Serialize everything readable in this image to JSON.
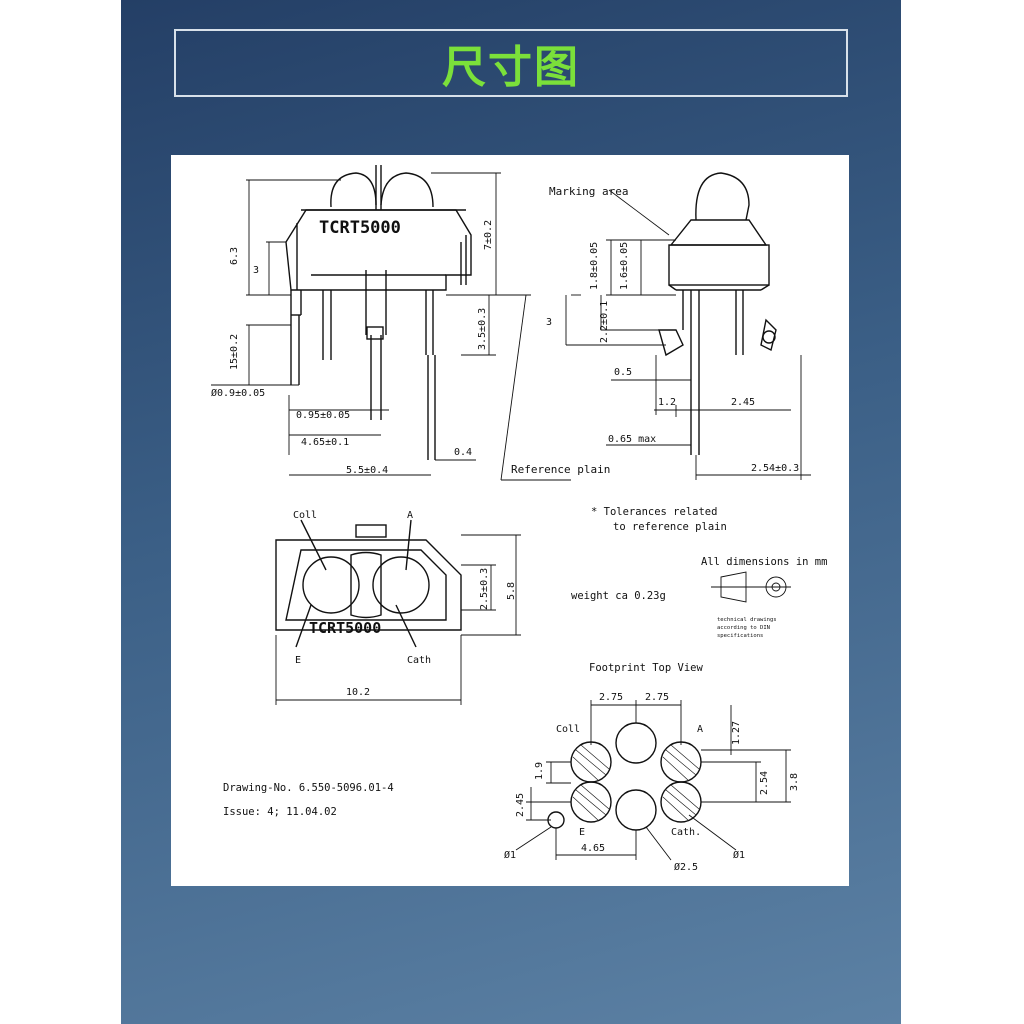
{
  "title": "尺寸图",
  "drawing": {
    "part_name_side": "TCRT5000",
    "part_name_top": "TCRT5000",
    "marking_area": "Marking area",
    "reference_plain": "Reference plain",
    "tol_note_line1": "* Tolerances related",
    "tol_note_line2": "to reference plain",
    "all_dimensions": "All dimensions in mm",
    "weight": "weight ca 0.23g",
    "tech_line1": "technical drawings",
    "tech_line2": "according to DIN",
    "tech_line3": "specifications",
    "footprint_title": "Footprint Top View",
    "label_coll": "Coll",
    "label_a": "A",
    "label_e": "E",
    "label_cath": "Cath",
    "label_cath_fp": "Cath.",
    "drawing_no": "Drawing-No. 6.550-5096.01-4",
    "issue": "Issue: 4; 11.04.02",
    "dims": {
      "d_6_3": "6.3",
      "d_3_left": "3",
      "d_15": "15±0.2",
      "d_0_9": "Ø0.9±0.05",
      "d_0_95": "0.95±0.05",
      "d_4_65": "4.65±0.1",
      "d_5_5": "5.5±0.4",
      "d_0_4": "0.4",
      "d_7": "7±0.2",
      "d_3_5": "3.5±0.3",
      "d_1_8": "1.8±0.05",
      "d_1_6": "1.6±0.05",
      "d_2_2": "2.2±0.1",
      "d_3_right": "3",
      "d_0_5": "0.5",
      "d_1_2": "1.2",
      "d_2_45": "2.45",
      "d_0_65": "0.65 max",
      "d_2_54": "2.54±0.3",
      "d_2_5": "2.5±0.3",
      "d_5_8": "5.8",
      "d_10_2": "10.2",
      "fp_2_75a": "2.75",
      "fp_2_75b": "2.75",
      "fp_1_27": "1.27",
      "fp_1_9": "1.9",
      "fp_2_54": "2.54",
      "fp_3_8": "3.8",
      "fp_2_45": "2.45",
      "fp_4_65": "4.65",
      "fp_d1_left": "Ø1",
      "fp_d2_5": "Ø2.5",
      "fp_d1_right": "Ø1"
    }
  }
}
